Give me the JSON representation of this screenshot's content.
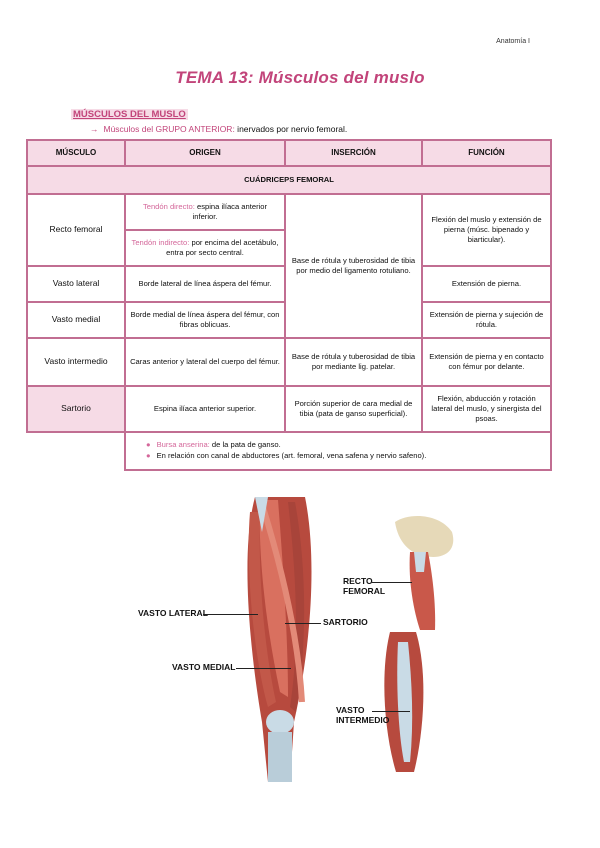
{
  "header": {
    "right": "Anatomía I"
  },
  "title": "TEMA 13: Músculos del muslo",
  "section": "MÚSCULOS DEL MUSLO",
  "subheading": {
    "arrow": "→",
    "key": "Músculos del GRUPO ANTERIOR:",
    "rest": " inervados por nervio femoral."
  },
  "table": {
    "headers": [
      "MÚSCULO",
      "ORIGEN",
      "INSERCIÓN",
      "FUNCIÓN"
    ],
    "group": "CUÁDRICEPS FEMORAL",
    "recto": {
      "name": "Recto femoral",
      "origin1_key": "Tendón directo:",
      "origin1_rest": " espina ilíaca anterior inferior.",
      "origin2_key": "Tendón indirecto:",
      "origin2_rest": " por encima del acetábulo, entra por secto central.",
      "function": "Flexión del muslo y extensión de pierna (músc. bipenado y biarticular)."
    },
    "shared_insertion": "Base de rótula y tuberosidad de tibia por medio del ligamento rotuliano.",
    "vasto_lateral": {
      "name": "Vasto lateral",
      "origin": "Borde lateral de línea áspera del fémur.",
      "function": "Extensión de pierna."
    },
    "vasto_medial": {
      "name": "Vasto medial",
      "origin": "Borde medial de línea áspera del fémur, con fibras oblicuas.",
      "function": "Extensión de pierna y sujeción de rótula."
    },
    "vasto_intermedio": {
      "name": "Vasto intermedio",
      "origin": "Caras anterior y lateral del cuerpo del fémur.",
      "insertion": "Base de rótula y tuberosidad de tibia por mediante lig. patelar.",
      "function": "Extensión de pierna y en contacto con fémur por delante."
    },
    "sartorio": {
      "name": "Sartorio",
      "origin": "Espina ilíaca anterior superior.",
      "insertion": "Porción superior de cara medial de tibia (pata de ganso superficial).",
      "function": "Flexión, abducción y rotación lateral del muslo, y sinergista del psoas."
    },
    "notes": {
      "n1_key": "Bursa anserina:",
      "n1_rest": " de la pata de ganso.",
      "n2": "En relación con canal de abductores (art. femoral, vena safena y nervio safeno)."
    }
  },
  "figure_labels": {
    "vasto_lateral": "VASTO LATERAL",
    "vasto_medial": "VASTO MEDIAL",
    "sartorio": "SARTORIO",
    "recto_femoral": "RECTO\nFEMORAL",
    "vasto_intermedio": "VASTO\nINTERMEDIO"
  },
  "colors": {
    "accent": "#c2447a",
    "table_border": "#c16e92",
    "shade": "#f6dbe6",
    "muscle": "#c9584a",
    "tendon": "#c9dbe6"
  }
}
